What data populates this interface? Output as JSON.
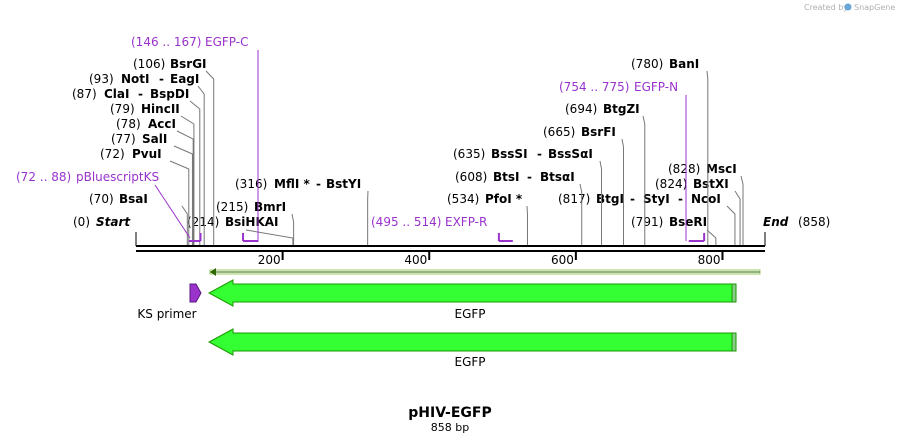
{
  "credit": "Created by",
  "brand": "SnapGene",
  "title": "pHIV-EGFP",
  "length_label": "858 bp",
  "start_label": "Start",
  "start_pos": "(0)",
  "end_label": "End",
  "end_pos": "(858)",
  "total_bp": 858,
  "axis_ticks": [
    "200",
    "400",
    "600",
    "800"
  ],
  "axis_tick_values": [
    200,
    400,
    600,
    800
  ],
  "enzymes": [
    {
      "pos": "(70)",
      "name": "BsaI",
      "cut": 70
    },
    {
      "pos": "(72)",
      "name": "PvuI",
      "cut": 72
    },
    {
      "pos": "(77)",
      "name": "SalI",
      "cut": 77
    },
    {
      "pos": "(78)",
      "name": "AccI",
      "cut": 78
    },
    {
      "pos": "(79)",
      "name": "HincII",
      "cut": 79
    },
    {
      "pos": "(87)",
      "name": "ClaI",
      "name2": "BspDI",
      "cut": 87
    },
    {
      "pos": "(93)",
      "name": "NotI",
      "name2": "EagI",
      "cut": 93
    },
    {
      "pos": "(106)",
      "name": "BsrGI",
      "cut": 106
    },
    {
      "pos": "(214)",
      "name": "BsiHKAI",
      "cut": 214
    },
    {
      "pos": "(215)",
      "name": "BmrI",
      "cut": 215
    },
    {
      "pos": "(316)",
      "name": "MflI *",
      "name2": "BstYI",
      "cut": 316
    },
    {
      "pos": "(534)",
      "name": "PfoI *",
      "cut": 534
    },
    {
      "pos": "(608)",
      "name": "BtsI",
      "name2": "BtsαI",
      "cut": 608
    },
    {
      "pos": "(635)",
      "name": "BssSI",
      "name2": "BssSαI",
      "cut": 635
    },
    {
      "pos": "(665)",
      "name": "BsrFI",
      "cut": 665
    },
    {
      "pos": "(694)",
      "name": "BtgZI",
      "cut": 694
    },
    {
      "pos": "(780)",
      "name": "BanI",
      "cut": 780
    },
    {
      "pos": "(791)",
      "name": "BseRI",
      "cut": 791
    },
    {
      "pos": "(817)",
      "name": "BtgI",
      "name2": "StyI",
      "name3": "NcoI",
      "cut": 817
    },
    {
      "pos": "(824)",
      "name": "BstXI",
      "cut": 824
    },
    {
      "pos": "(828)",
      "name": "MscI",
      "cut": 828
    }
  ],
  "primers": [
    {
      "range": "(72 .. 88)",
      "name": "pBluescriptKS",
      "start": 72,
      "end": 88,
      "strand": "forward"
    },
    {
      "range": "(146 .. 167)",
      "name": "EGFP-C",
      "start": 146,
      "end": 167,
      "strand": "reverse"
    },
    {
      "range": "(495 .. 514)",
      "name": "EXFP-R",
      "start": 495,
      "end": 514,
      "strand": "reverse"
    },
    {
      "range": "(754 .. 775)",
      "name": "EGFP-N",
      "start": 754,
      "end": 775,
      "strand": "forward"
    }
  ],
  "features": [
    {
      "label": "KS primer",
      "start": 72,
      "end": 88,
      "strand": "forward",
      "color": "#9933cc"
    },
    {
      "label": "EGFP",
      "start": 93,
      "end": 812,
      "strand": "reverse",
      "color": "#33ff33"
    },
    {
      "label": "EGFP",
      "start": 93,
      "end": 812,
      "strand": "reverse",
      "color": "#33ff33"
    }
  ],
  "orf": {
    "start": 100,
    "end": 858,
    "strand": "reverse",
    "color": "#99cc66"
  },
  "colors": {
    "primer": "#9933cc",
    "feature": "#33ff33",
    "feature_edge": "#1a9900",
    "orf": "#99cc66",
    "brand": "#6aa6d6"
  }
}
